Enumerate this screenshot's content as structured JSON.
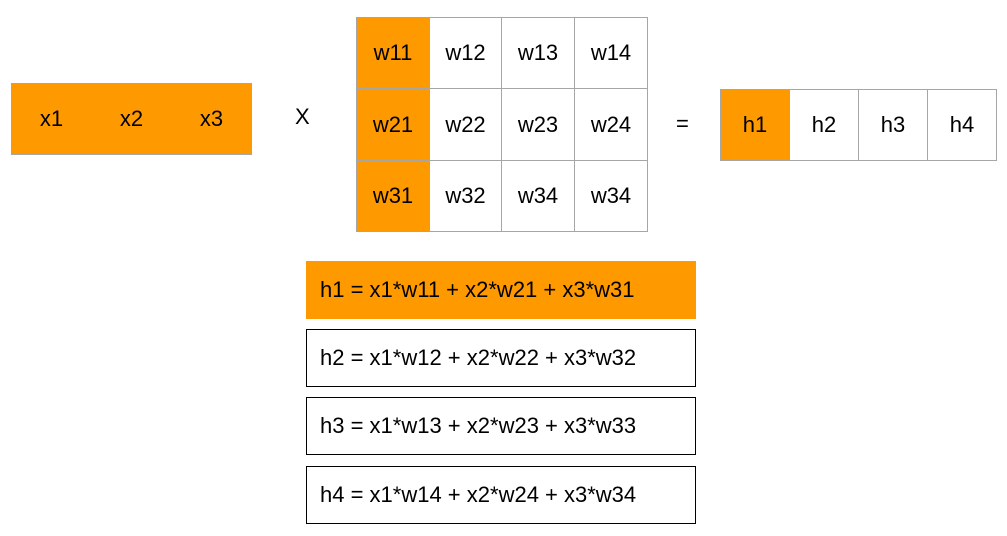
{
  "colors": {
    "highlight": "#ff9900",
    "cell_border": "#a6a6a6",
    "box_border": "#000000",
    "background": "#ffffff"
  },
  "input_vector": [
    {
      "label": "x1",
      "highlighted": true
    },
    {
      "label": "x2",
      "highlighted": true
    },
    {
      "label": "x3",
      "highlighted": true
    }
  ],
  "operator_multiply": "X",
  "weight_matrix": [
    [
      {
        "label": "w11",
        "highlighted": true
      },
      {
        "label": "w12",
        "highlighted": false
      },
      {
        "label": "w13",
        "highlighted": false
      },
      {
        "label": "w14",
        "highlighted": false
      }
    ],
    [
      {
        "label": "w21",
        "highlighted": true
      },
      {
        "label": "w22",
        "highlighted": false
      },
      {
        "label": "w23",
        "highlighted": false
      },
      {
        "label": "w24",
        "highlighted": false
      }
    ],
    [
      {
        "label": "w31",
        "highlighted": true
      },
      {
        "label": "w32",
        "highlighted": false
      },
      {
        "label": "w34",
        "highlighted": false
      },
      {
        "label": "w34",
        "highlighted": false
      }
    ]
  ],
  "operator_equals": "=",
  "output_vector": [
    {
      "label": "h1",
      "highlighted": true
    },
    {
      "label": "h2",
      "highlighted": false
    },
    {
      "label": "h3",
      "highlighted": false
    },
    {
      "label": "h4",
      "highlighted": false
    }
  ],
  "equations": [
    {
      "text": "h1 = x1*w11 + x2*w21 + x3*w31",
      "highlighted": true
    },
    {
      "text": "h2 = x1*w12 + x2*w22 + x3*w32",
      "highlighted": false
    },
    {
      "text": "h3 = x1*w13 + x2*w23 + x3*w33",
      "highlighted": false
    },
    {
      "text": "h4 = x1*w14 + x2*w24 + x3*w34",
      "highlighted": false
    }
  ]
}
